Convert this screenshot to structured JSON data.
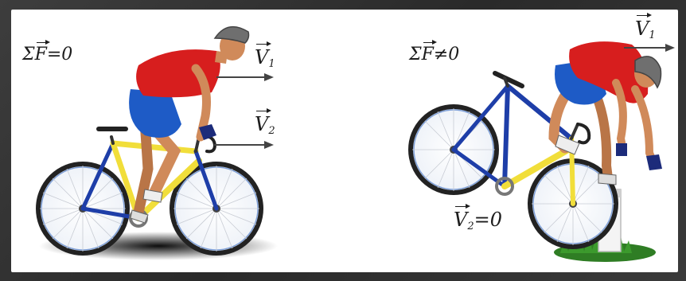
{
  "left_panel": {
    "sum_symbol": "Σ",
    "force_symbol": "F",
    "relation": "=0",
    "v1_symbol": "V",
    "v1_sub": "1",
    "v2_symbol": "V",
    "v2_sub": "2"
  },
  "right_panel": {
    "sum_symbol": "Σ",
    "force_symbol": "F",
    "relation": "≠0",
    "v1_symbol": "V",
    "v1_sub": "1",
    "v2_symbol": "V",
    "v2_sub": "2",
    "v2_relation": "=0"
  },
  "colors": {
    "jersey": "#d71e1e",
    "shorts": "#1e5bc6",
    "frame_yellow": "#f1de3a",
    "frame_blue": "#1e3ea8",
    "helmet": "#6f6f6f",
    "skin": "#d08a5a",
    "grass": "#3c9a2d"
  },
  "icons": [
    "cyclist-riding",
    "cyclist-crashing",
    "grass-tuft",
    "marker-post"
  ]
}
